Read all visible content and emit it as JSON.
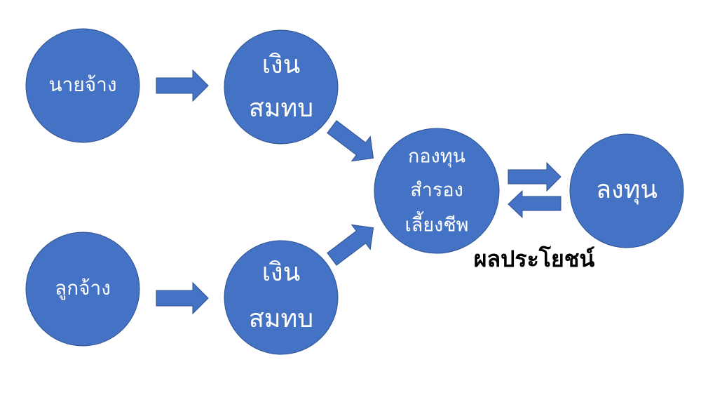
{
  "colors": {
    "node_fill": "#4472C4",
    "node_border": "#2F528F",
    "label_text": "#FFFFFF",
    "annotation_text": "#000000"
  },
  "nodes": {
    "employer": {
      "lines": [
        "นายจ้าง"
      ]
    },
    "employee": {
      "lines": [
        "ลูกจ้าง"
      ]
    },
    "contribution_employer": {
      "lines": [
        "เงิน",
        "สมทบ"
      ]
    },
    "contribution_employee": {
      "lines": [
        "เงิน",
        "สมทบ"
      ]
    },
    "fund": {
      "lines": [
        "กองทุน",
        "สำรอง",
        "เลี้ยงชีพ"
      ]
    },
    "invest": {
      "lines": [
        "ลงทุน"
      ]
    }
  },
  "annotations": {
    "returns": "ผลประโยชน์"
  }
}
